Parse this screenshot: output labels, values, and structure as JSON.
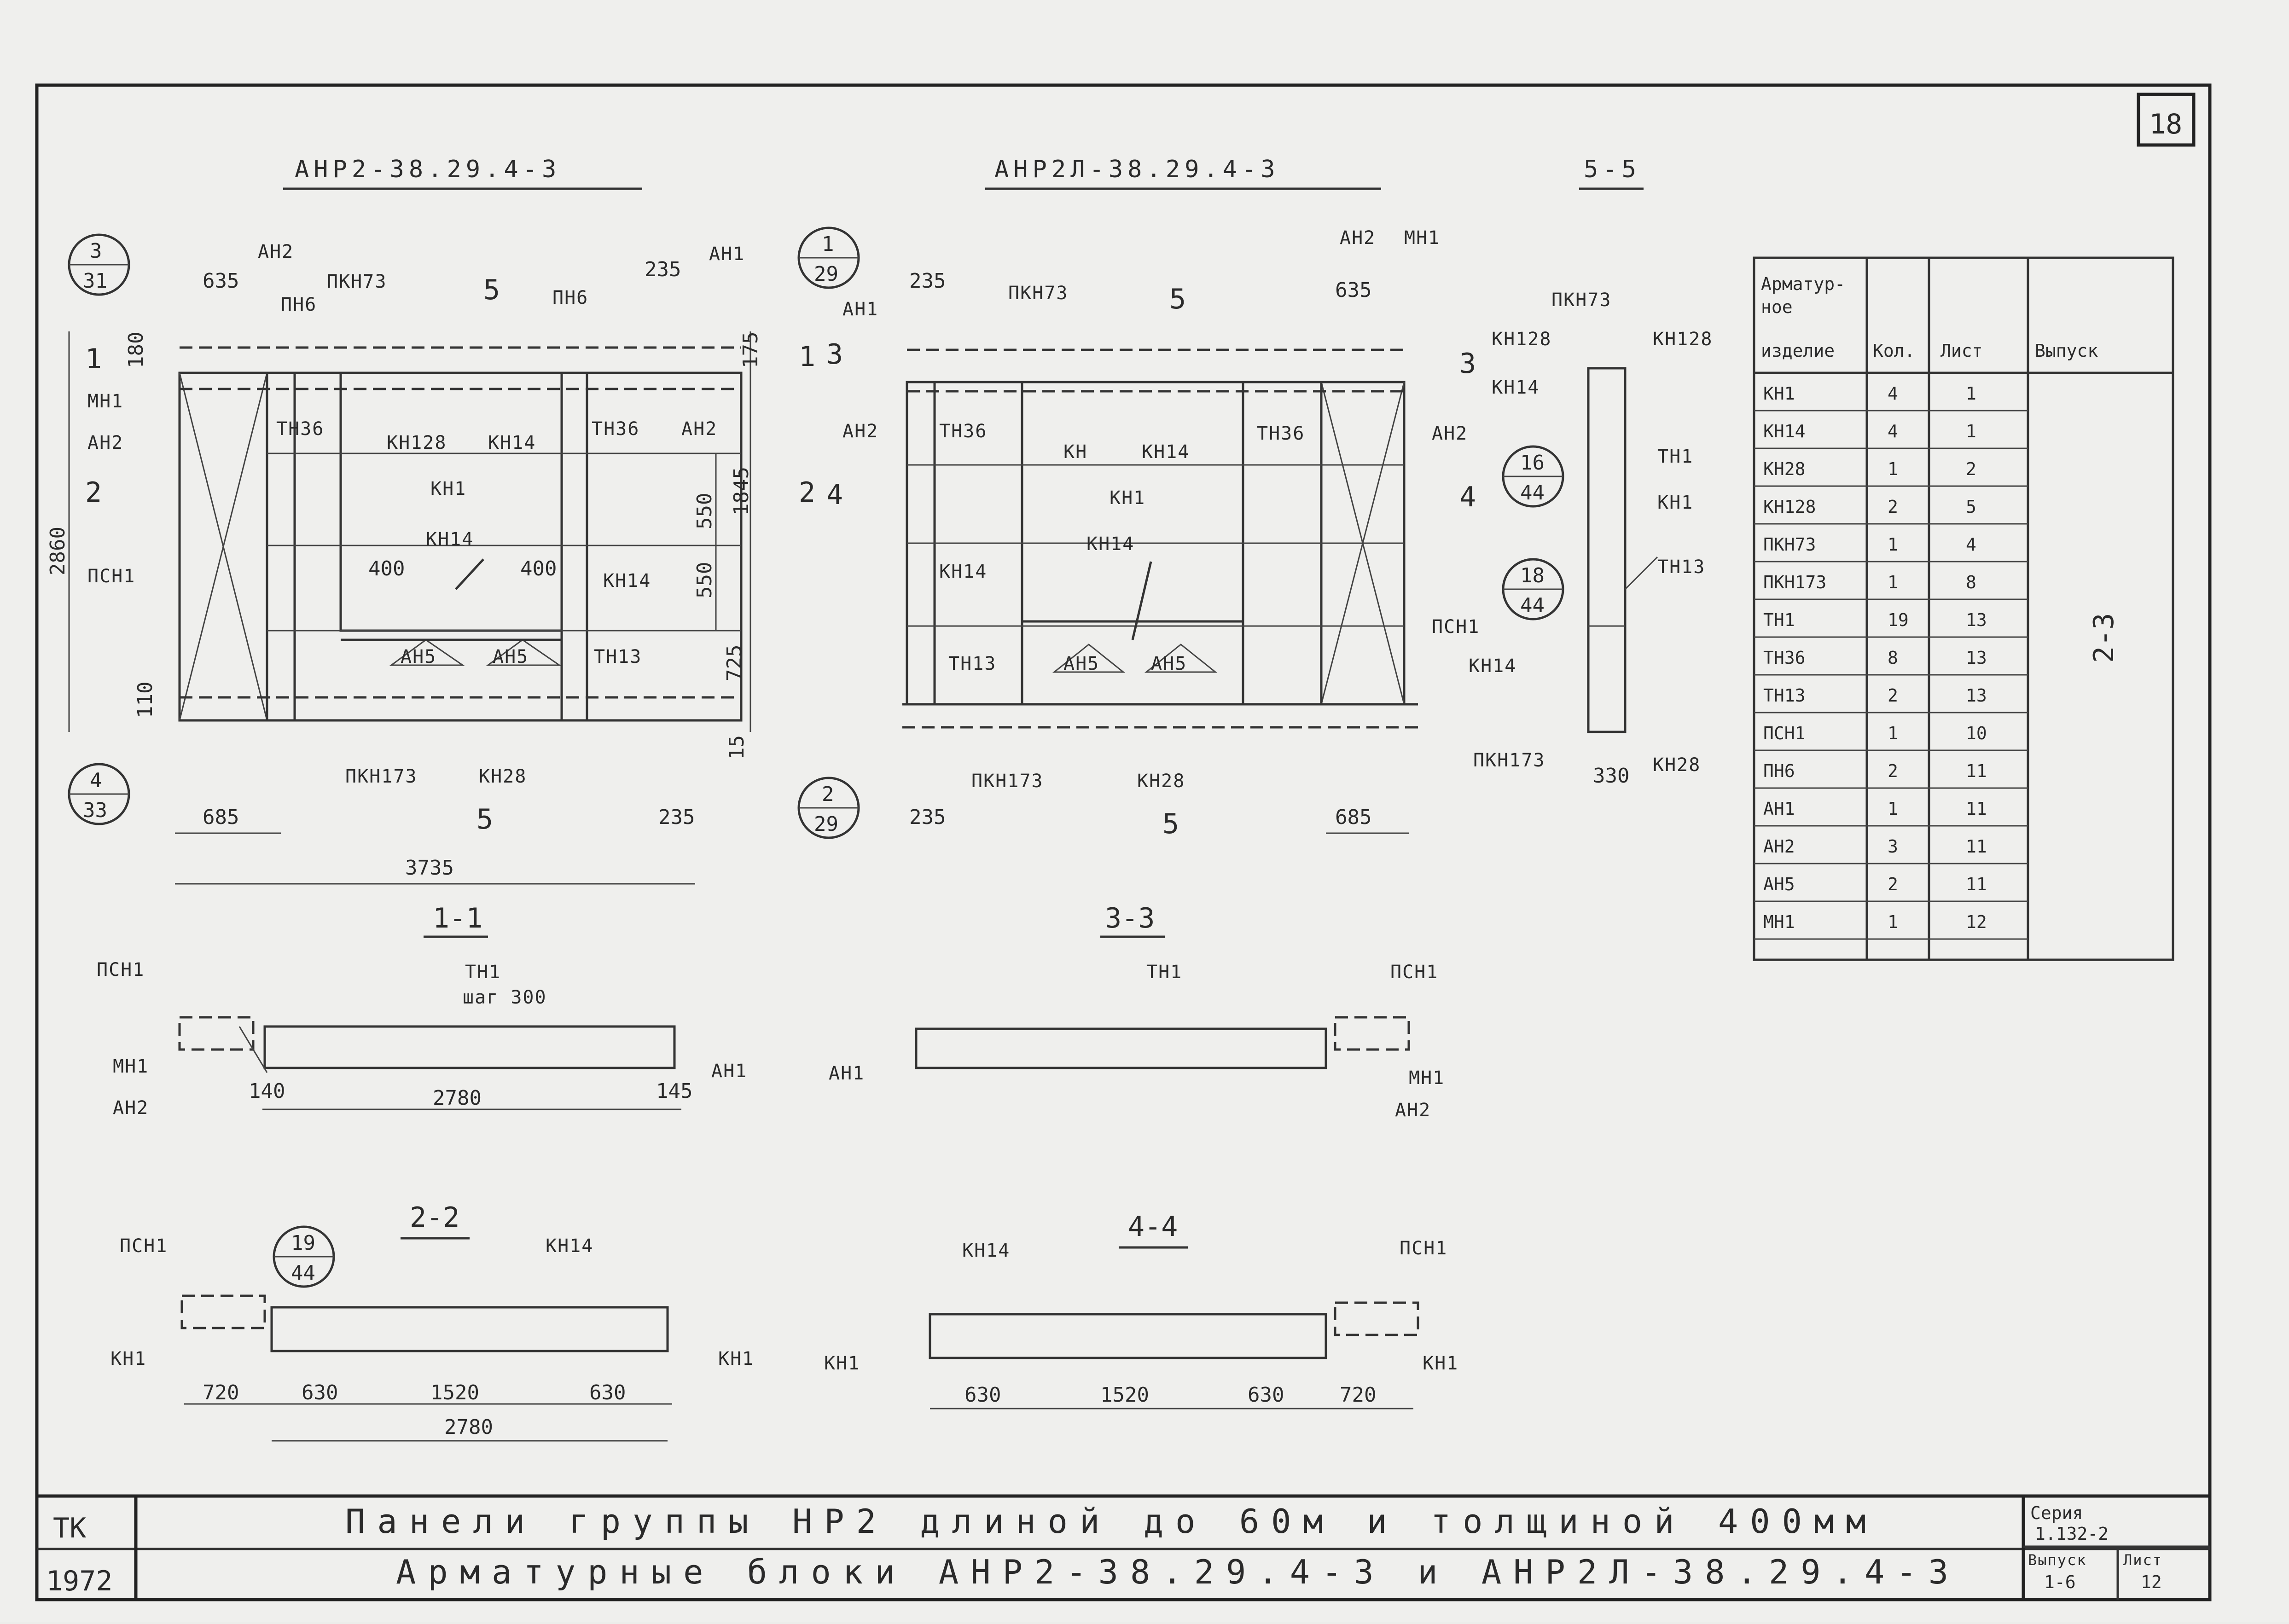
{
  "sheet": {
    "number": "18",
    "title_left": "АНР2-38.29.4-3",
    "title_mid": "АНР2Л-38.29.4-3",
    "title_right": "5-5"
  },
  "labels": {
    "an1": "АН1",
    "an2": "АН2",
    "an5": "АН5",
    "mn1": "МН1",
    "pkn73": "ПКН73",
    "pkn173": "ПКН173",
    "pn6": "ПН6",
    "psn1": "ПСН1",
    "kn1": "КН1",
    "kn14": "КН14",
    "kn28": "КН28",
    "kn128": "КН128",
    "tn1": "ТН1",
    "tn13": "ТН13",
    "tn36": "ТН36",
    "kn": "КН",
    "step": "шаг 300",
    "cut5": "5",
    "cut1": "1",
    "cut2": "2",
    "cut3": "3",
    "cut4": "4"
  },
  "callouts": {
    "c1": {
      "top": "3",
      "bottom": "31"
    },
    "c2": {
      "top": "4",
      "bottom": "33"
    },
    "c3": {
      "top": "1",
      "bottom": "29"
    },
    "c4": {
      "top": "2",
      "bottom": "29"
    },
    "c5": {
      "top": "16",
      "bottom": "44"
    },
    "c6": {
      "top": "18",
      "bottom": "44"
    },
    "c7": {
      "top": "19",
      "bottom": "44"
    }
  },
  "dims": {
    "d635": "635",
    "d235": "235",
    "d180": "180",
    "d175": "175",
    "d2860": "2860",
    "d1845": "1845",
    "d550": "550",
    "d725": "725",
    "d110": "110",
    "d15": "15",
    "d400": "400",
    "d685": "685",
    "d3735": "3735",
    "d330": "330",
    "d140": "140",
    "d2780": "2780",
    "d145": "145",
    "d720": "720",
    "d630": "630",
    "d1520": "1520"
  },
  "sections": {
    "s11": "1-1",
    "s22": "2-2",
    "s33": "3-3",
    "s44": "4-4"
  },
  "table": {
    "headers": [
      "Арматур-ное изделие",
      "Кол.",
      "Лист",
      "Выпуск"
    ],
    "issue": "2-3",
    "rows": [
      [
        "КН1",
        "4",
        "1"
      ],
      [
        "КН14",
        "4",
        "1"
      ],
      [
        "КН28",
        "1",
        "2"
      ],
      [
        "КН128",
        "2",
        "5"
      ],
      [
        "ПКН73",
        "1",
        "4"
      ],
      [
        "ПКН173",
        "1",
        "8"
      ],
      [
        "ТН1",
        "19",
        "13"
      ],
      [
        "ТН36",
        "8",
        "13"
      ],
      [
        "ТН13",
        "2",
        "13"
      ],
      [
        "ПСН1",
        "1",
        "10"
      ],
      [
        "ПН6",
        "2",
        "11"
      ],
      [
        "АН1",
        "1",
        "11"
      ],
      [
        "АН2",
        "3",
        "11"
      ],
      [
        "АН5",
        "2",
        "11"
      ],
      [
        "МН1",
        "1",
        "12"
      ]
    ]
  },
  "stamp": {
    "org": "ТК",
    "year": "1972",
    "title1": "Панели группы НР2 длиной до 60м и толщиной 400мм",
    "title2": "Арматурные блоки АНР2-38.29.4-3 и АНР2Л-38.29.4-3",
    "series_label": "Серия",
    "series_value": "1.132-2",
    "issue_label": "Выпуск",
    "issue_value": "1-6",
    "sheet_label": "Лист",
    "sheet_value": "12"
  }
}
